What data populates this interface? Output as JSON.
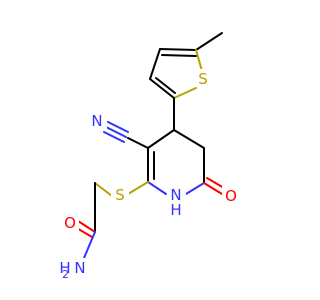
{
  "molecule": {
    "atoms": {
      "S_thiophene": "S",
      "S_thioether": "S",
      "N_nitrile": "N",
      "N_ring": "N",
      "H_ring": "H",
      "O_lactam": "O",
      "O_amide": "O",
      "N_amide": "N",
      "H2_amide": "H",
      "H2_subscript": "2"
    },
    "colors": {
      "carbon": "#000000",
      "nitrogen": "#3333ff",
      "oxygen": "#ff0000",
      "sulfur": "#b8a100"
    }
  }
}
